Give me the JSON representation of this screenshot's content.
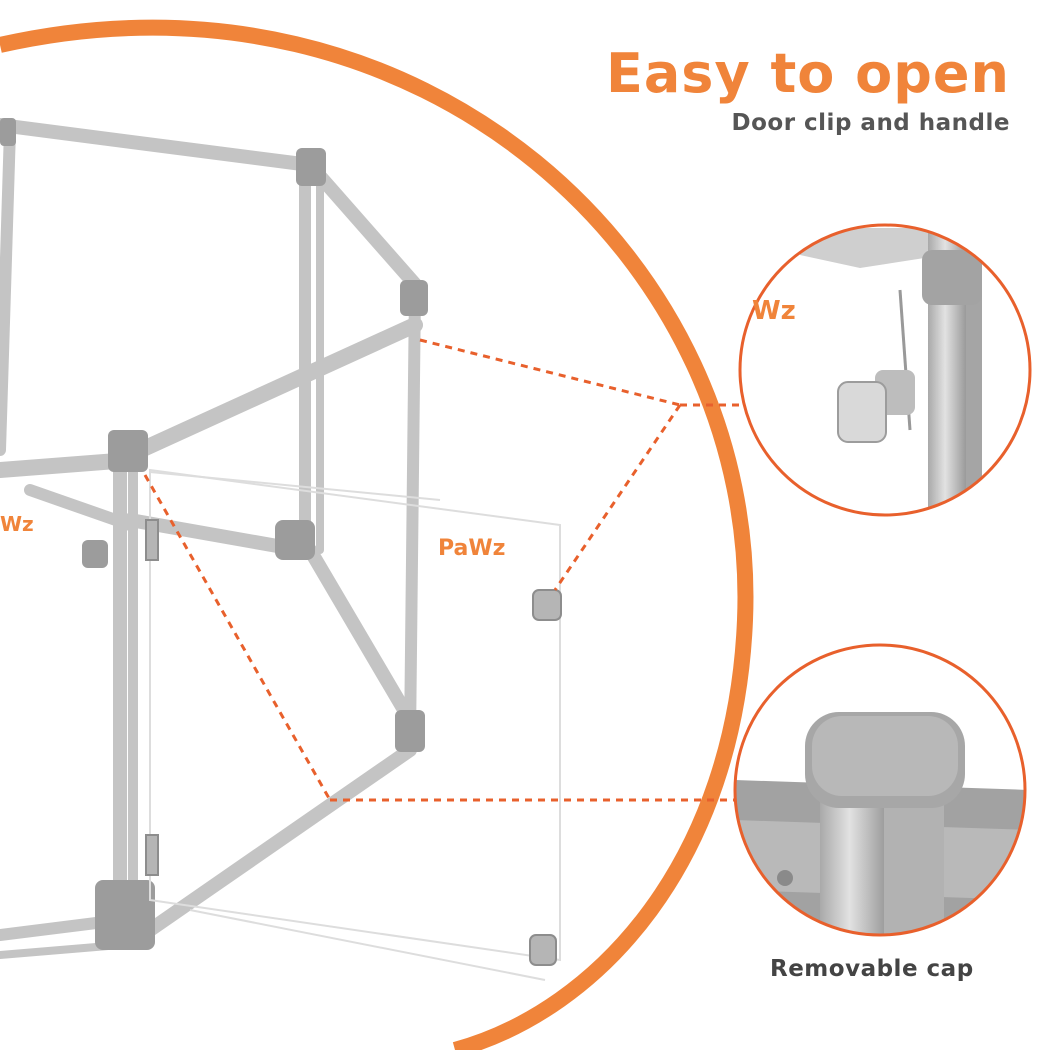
{
  "header": {
    "title": "Easy to open",
    "subtitle": "Door clip and handle"
  },
  "brand": {
    "logo_text": "PaWz",
    "cropped_left": "Wz",
    "cropped_inset": "Wz"
  },
  "callouts": {
    "bottom_caption": "Removable cap"
  },
  "colors": {
    "accent": "#f0843a",
    "frame": "#c8c8c8",
    "text_dark": "#555555"
  }
}
